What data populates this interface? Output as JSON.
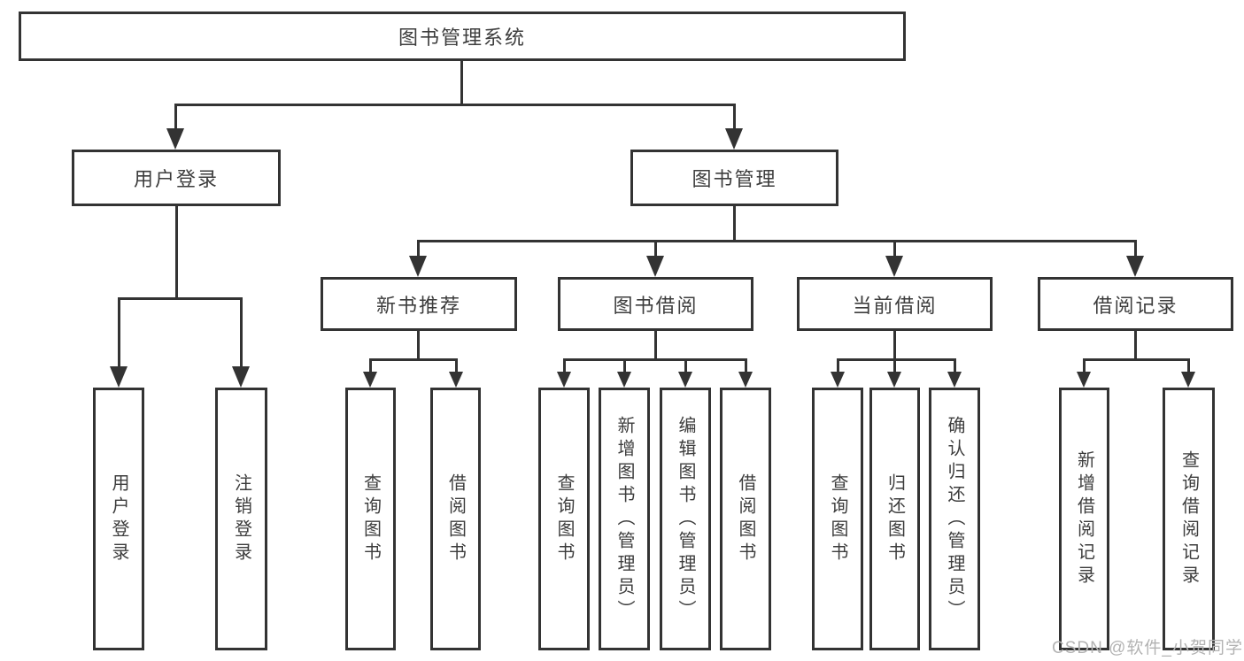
{
  "colors": {
    "background": "#ffffff",
    "box_border": "#333333",
    "connector_line": "#333333",
    "text": "#3d3d3d",
    "watermark": "#b3b3b3"
  },
  "diagram": {
    "root": {
      "label": "图书管理系统"
    },
    "branches": [
      {
        "label": "用户登录",
        "children": [
          {
            "label": "用户登录"
          },
          {
            "label": "注销登录"
          }
        ]
      },
      {
        "label": "图书管理",
        "children": [
          {
            "label": "新书推荐",
            "children": [
              {
                "label": "查询图书"
              },
              {
                "label": "借阅图书"
              }
            ]
          },
          {
            "label": "图书借阅",
            "children": [
              {
                "label": "查询图书"
              },
              {
                "label": "新增图书（管理员）"
              },
              {
                "label": "编辑图书（管理员）"
              },
              {
                "label": "借阅图书"
              }
            ]
          },
          {
            "label": "当前借阅",
            "children": [
              {
                "label": "查询图书"
              },
              {
                "label": "归还图书"
              },
              {
                "label": "确认归还（管理员）"
              }
            ]
          },
          {
            "label": "借阅记录",
            "children": [
              {
                "label": "新增借阅记录"
              },
              {
                "label": "查询借阅记录"
              }
            ]
          }
        ]
      }
    ]
  },
  "watermark": {
    "text": "CSDN @软件_小贺同学"
  }
}
